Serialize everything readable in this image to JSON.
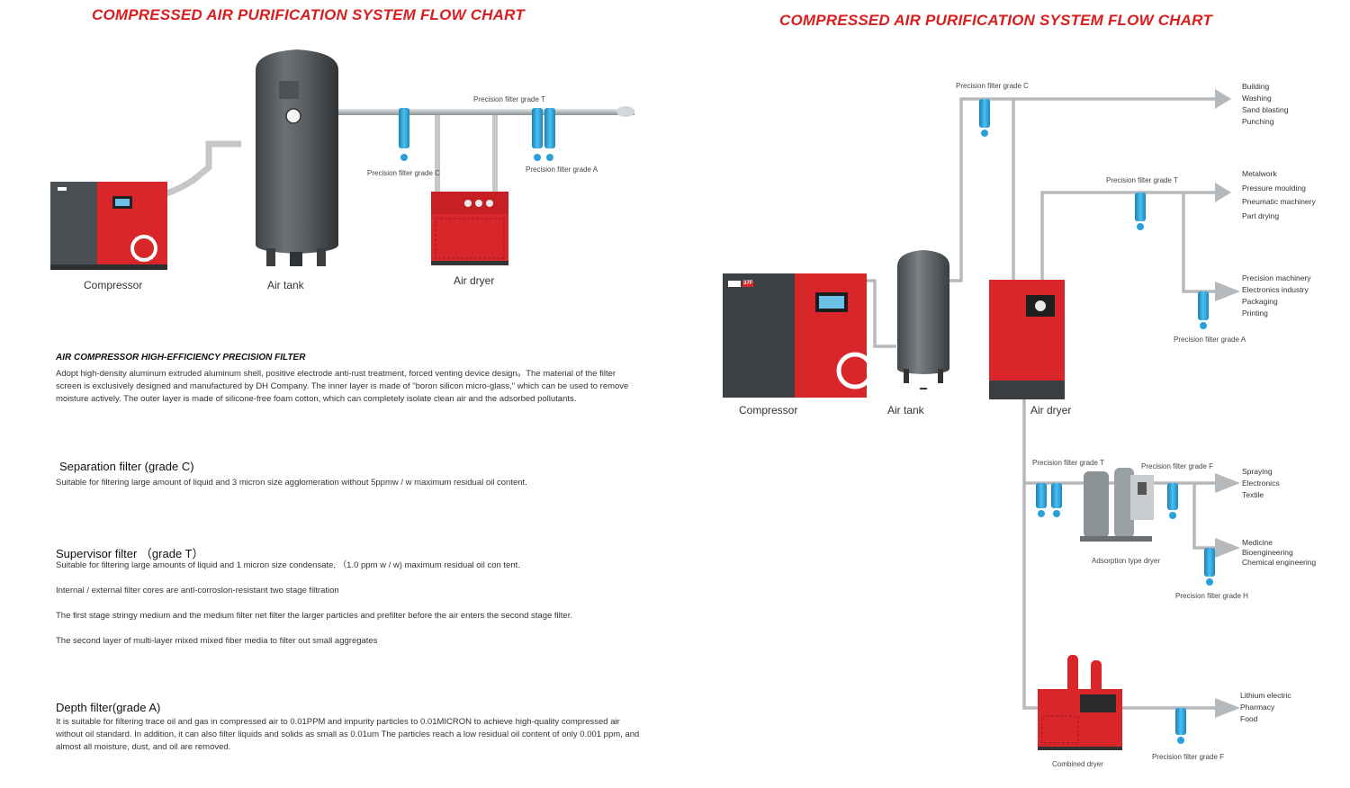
{
  "left": {
    "title": "COMPRESSED AIR PURIFICATION SYSTEM FLOW CHART",
    "labels": {
      "compressor": "Compressor",
      "air_tank": "Air tank",
      "air_dryer": "Air dryer",
      "filter_t": "Precision filter grade T",
      "filter_c": "Precision filter grade C",
      "filter_a": "Precision filter grade A"
    },
    "section_heading": "AIR COMPRESSOR HIGH-EFFICIENCY PRECISION FILTER",
    "section_text": "Adopt high-density aluminum extruded aluminum shell, positive electrode anti-rust treatment, forced venting device design。The material of the filter screen is exclusively designed and manufactured by DH Company. The inner layer is made of \"boron silicon micro-glass,\" which can be used to remove moisture actively. The outer layer is made of silicone-free foam cotton, which can completely isolate clean air and the adsorbed pollutants.",
    "sep_title": "Separation filter (grade C)",
    "sep_text": "Suitable for filtering large amount of liquid and 3 micron size agglomeration without 5ppmw / w maximum residual oil content.",
    "sup_title": "Supervisor filter （grade T）",
    "sup_text1": "Suitable for filtering large amounts of liquid and 1 micron size condensate, （1.0 ppm w / w) maximum residual oil con tent.",
    "sup_text2": "Internal / external filter cores are antl-corroslon-resistant two stage filtration",
    "sup_text3": "The first stage stringy medium and the medium filter net filter the larger particles and prefilter before the air enters the second stage filter.",
    "sup_text4": "The second layer of multi-layer mixed mixed fiber media to filter out small aggregates",
    "depth_title": "Depth filter(grade A)",
    "depth_text": "It is suitable for filtering trace oil and gas in compressed air to 0.01PPM and impurity particles to 0.01MICRON to achieve high-quality compressed air without oil standard. In addition, it can also filter liquids and solids as small as 0.01um The particles reach a low residual oil content of only 0.001 ppm, and almost all moisture, dust, and oil are removed."
  },
  "right": {
    "title": "COMPRESSED AIR PURIFICATION SYSTEM FLOW CHART",
    "compressor": "Compressor",
    "compressor_badge": "37F",
    "air_tank": "Air tank",
    "air_dryer": "Air dryer",
    "filter_c_top": "Precision filter grade C",
    "filter_t_mid": "Precision filter grade T",
    "filter_a": "Precision filter grade A",
    "filter_t_low": "Precision filter grade T",
    "filter_f_low": "Precision filter grade F",
    "adsorption_dryer": "Adsorption type dryer",
    "filter_h": "Precision filter grade H",
    "combined_dryer": "Combined dryer",
    "filter_f_bottom": "Precision filter grade F",
    "dest1": [
      "Building",
      "Washing",
      "Sand blasting",
      "Punching"
    ],
    "dest2": [
      "Metalwork",
      "Pressure moulding",
      "Pneumatic machinery",
      "Part drying"
    ],
    "dest3": [
      "Precision machinery",
      "Electronics industry",
      "Packaging",
      "Printing"
    ],
    "dest4": [
      "Spraying",
      "Electronics",
      "Textile"
    ],
    "dest5": [
      "Medicine",
      "Bioengineering",
      "Chemical engineering"
    ],
    "dest6": [
      "Lithium electric",
      "Pharmacy",
      "Food"
    ]
  },
  "colors": {
    "title_red": "#d81e1e",
    "machine_red": "#d8262b",
    "tank_gray": "#5a6064",
    "pipe_gray": "#b8bcbf",
    "filter_blue": "#2a9fd8"
  }
}
